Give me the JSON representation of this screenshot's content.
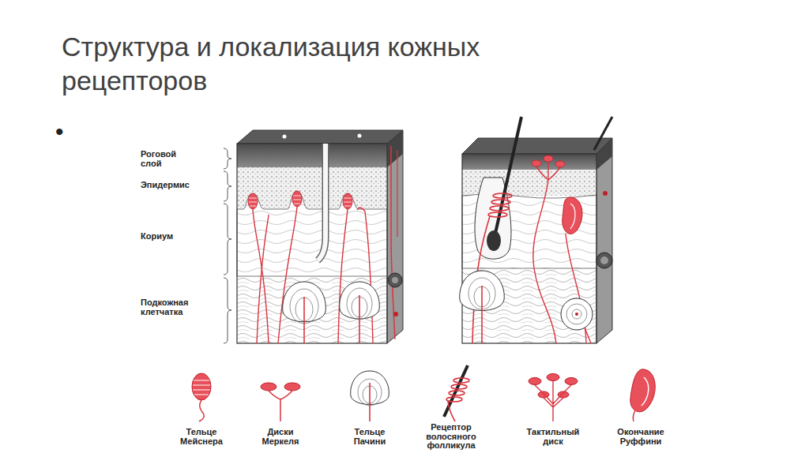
{
  "diagram": {
    "title": "Структура и локализация кожных рецепторов",
    "labels": [
      "•",
      "Роговой слой",
      "Эпидермис",
      "Кориум",
      "Подкожная клетчатка",
      "Тельце Мейснера",
      "Диски Меркеля",
      "Тельце Пачини",
      "Рецептор волосяного фолликула",
      "Тактильный диск",
      "Окончание Руффини"
    ]
  }
}
